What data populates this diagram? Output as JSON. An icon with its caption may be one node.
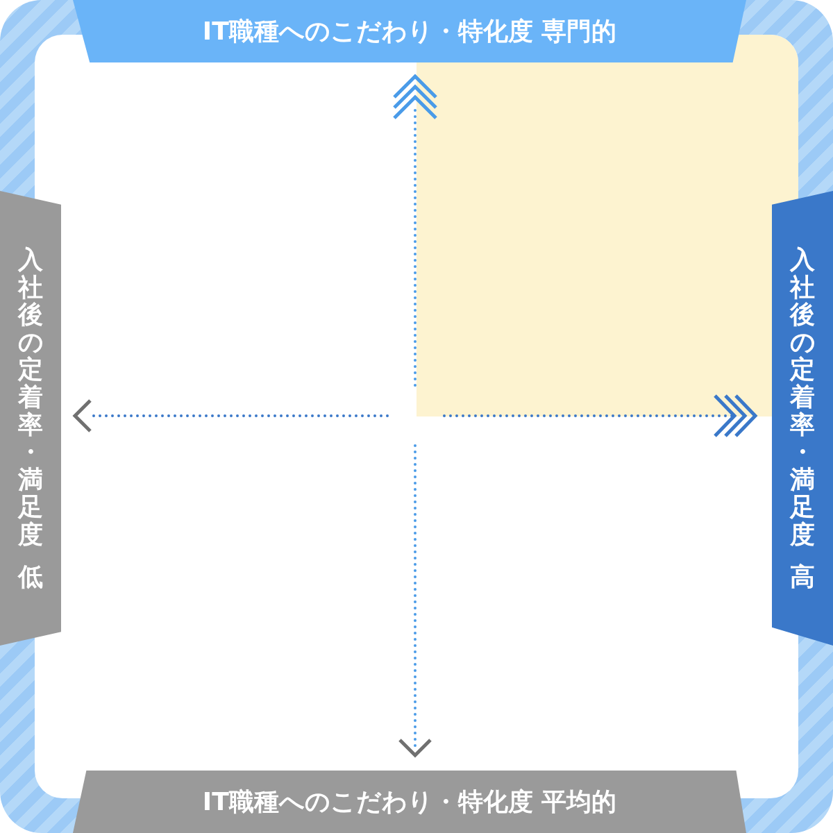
{
  "diagram": {
    "labels": [
      "IT職種へのこだわり・特化度 専門的",
      "入社後の定着率・満足度",
      "低",
      "入社後の定着率・満足度",
      "高",
      "IT職種へのこだわり・特化度 平均的"
    ]
  }
}
